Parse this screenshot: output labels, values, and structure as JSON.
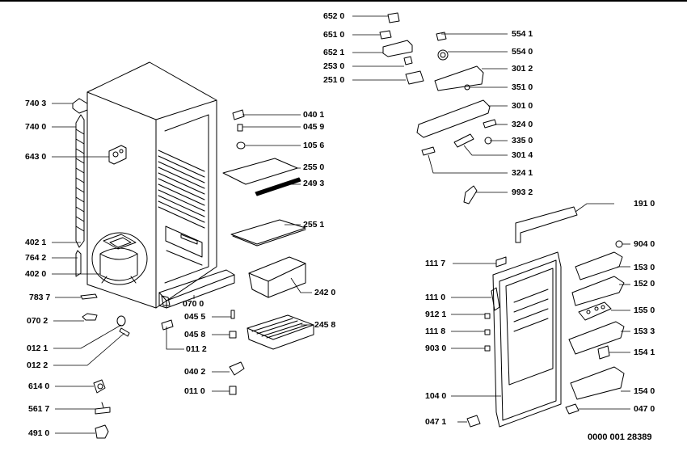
{
  "document_id": "0000 001 28389",
  "parts": [
    {
      "id": "p6520",
      "number": "652 0"
    },
    {
      "id": "p6510",
      "number": "651 0"
    },
    {
      "id": "p6521",
      "number": "652 1"
    },
    {
      "id": "p2530",
      "number": "253 0"
    },
    {
      "id": "p2510",
      "number": "251 0"
    },
    {
      "id": "p5541",
      "number": "554 1"
    },
    {
      "id": "p5540",
      "number": "554 0"
    },
    {
      "id": "p3012",
      "number": "301 2"
    },
    {
      "id": "p3510",
      "number": "351 0"
    },
    {
      "id": "p3010",
      "number": "301 0"
    },
    {
      "id": "p3240",
      "number": "324 0"
    },
    {
      "id": "p3350",
      "number": "335 0"
    },
    {
      "id": "p3014",
      "number": "301 4"
    },
    {
      "id": "p3241",
      "number": "324 1"
    },
    {
      "id": "p9932",
      "number": "993 2"
    },
    {
      "id": "p7403",
      "number": "740 3"
    },
    {
      "id": "p7400",
      "number": "740 0"
    },
    {
      "id": "p6430",
      "number": "643 0"
    },
    {
      "id": "p4021",
      "number": "402 1"
    },
    {
      "id": "p7642",
      "number": "764 2"
    },
    {
      "id": "p4020",
      "number": "402 0"
    },
    {
      "id": "p7837",
      "number": "783 7"
    },
    {
      "id": "p0702",
      "number": "070 2"
    },
    {
      "id": "p0121",
      "number": "012 1"
    },
    {
      "id": "p0122",
      "number": "012 2"
    },
    {
      "id": "p6140",
      "number": "614 0"
    },
    {
      "id": "p5617",
      "number": "561 7"
    },
    {
      "id": "p4910",
      "number": "491 0"
    },
    {
      "id": "p0401",
      "number": "040 1"
    },
    {
      "id": "p0459",
      "number": "045 9"
    },
    {
      "id": "p1056",
      "number": "105 6"
    },
    {
      "id": "p2550",
      "number": "255 0"
    },
    {
      "id": "p2493",
      "number": "249 3"
    },
    {
      "id": "p2551",
      "number": "255 1"
    },
    {
      "id": "p2420",
      "number": "242 0"
    },
    {
      "id": "p0700",
      "number": "070 0"
    },
    {
      "id": "p0455",
      "number": "045 5"
    },
    {
      "id": "p0458",
      "number": "045 8"
    },
    {
      "id": "p2458",
      "number": "245 8"
    },
    {
      "id": "p0112",
      "number": "011 2"
    },
    {
      "id": "p0402",
      "number": "040 2"
    },
    {
      "id": "p0110",
      "number": "011 0"
    },
    {
      "id": "p1910",
      "number": "191 0"
    },
    {
      "id": "p9040",
      "number": "904 0"
    },
    {
      "id": "p1117",
      "number": "111 7"
    },
    {
      "id": "p1530",
      "number": "153 0"
    },
    {
      "id": "p1520",
      "number": "152 0"
    },
    {
      "id": "p1110",
      "number": "111 0"
    },
    {
      "id": "p1550",
      "number": "155 0"
    },
    {
      "id": "p9121",
      "number": "912 1"
    },
    {
      "id": "p1533",
      "number": "153 3"
    },
    {
      "id": "p1118",
      "number": "111 8"
    },
    {
      "id": "p1541",
      "number": "154 1"
    },
    {
      "id": "p9030",
      "number": "903 0"
    },
    {
      "id": "p1540",
      "number": "154 0"
    },
    {
      "id": "p1040",
      "number": "104 0"
    },
    {
      "id": "p0470",
      "number": "047 0"
    },
    {
      "id": "p0471",
      "number": "047 1"
    }
  ]
}
